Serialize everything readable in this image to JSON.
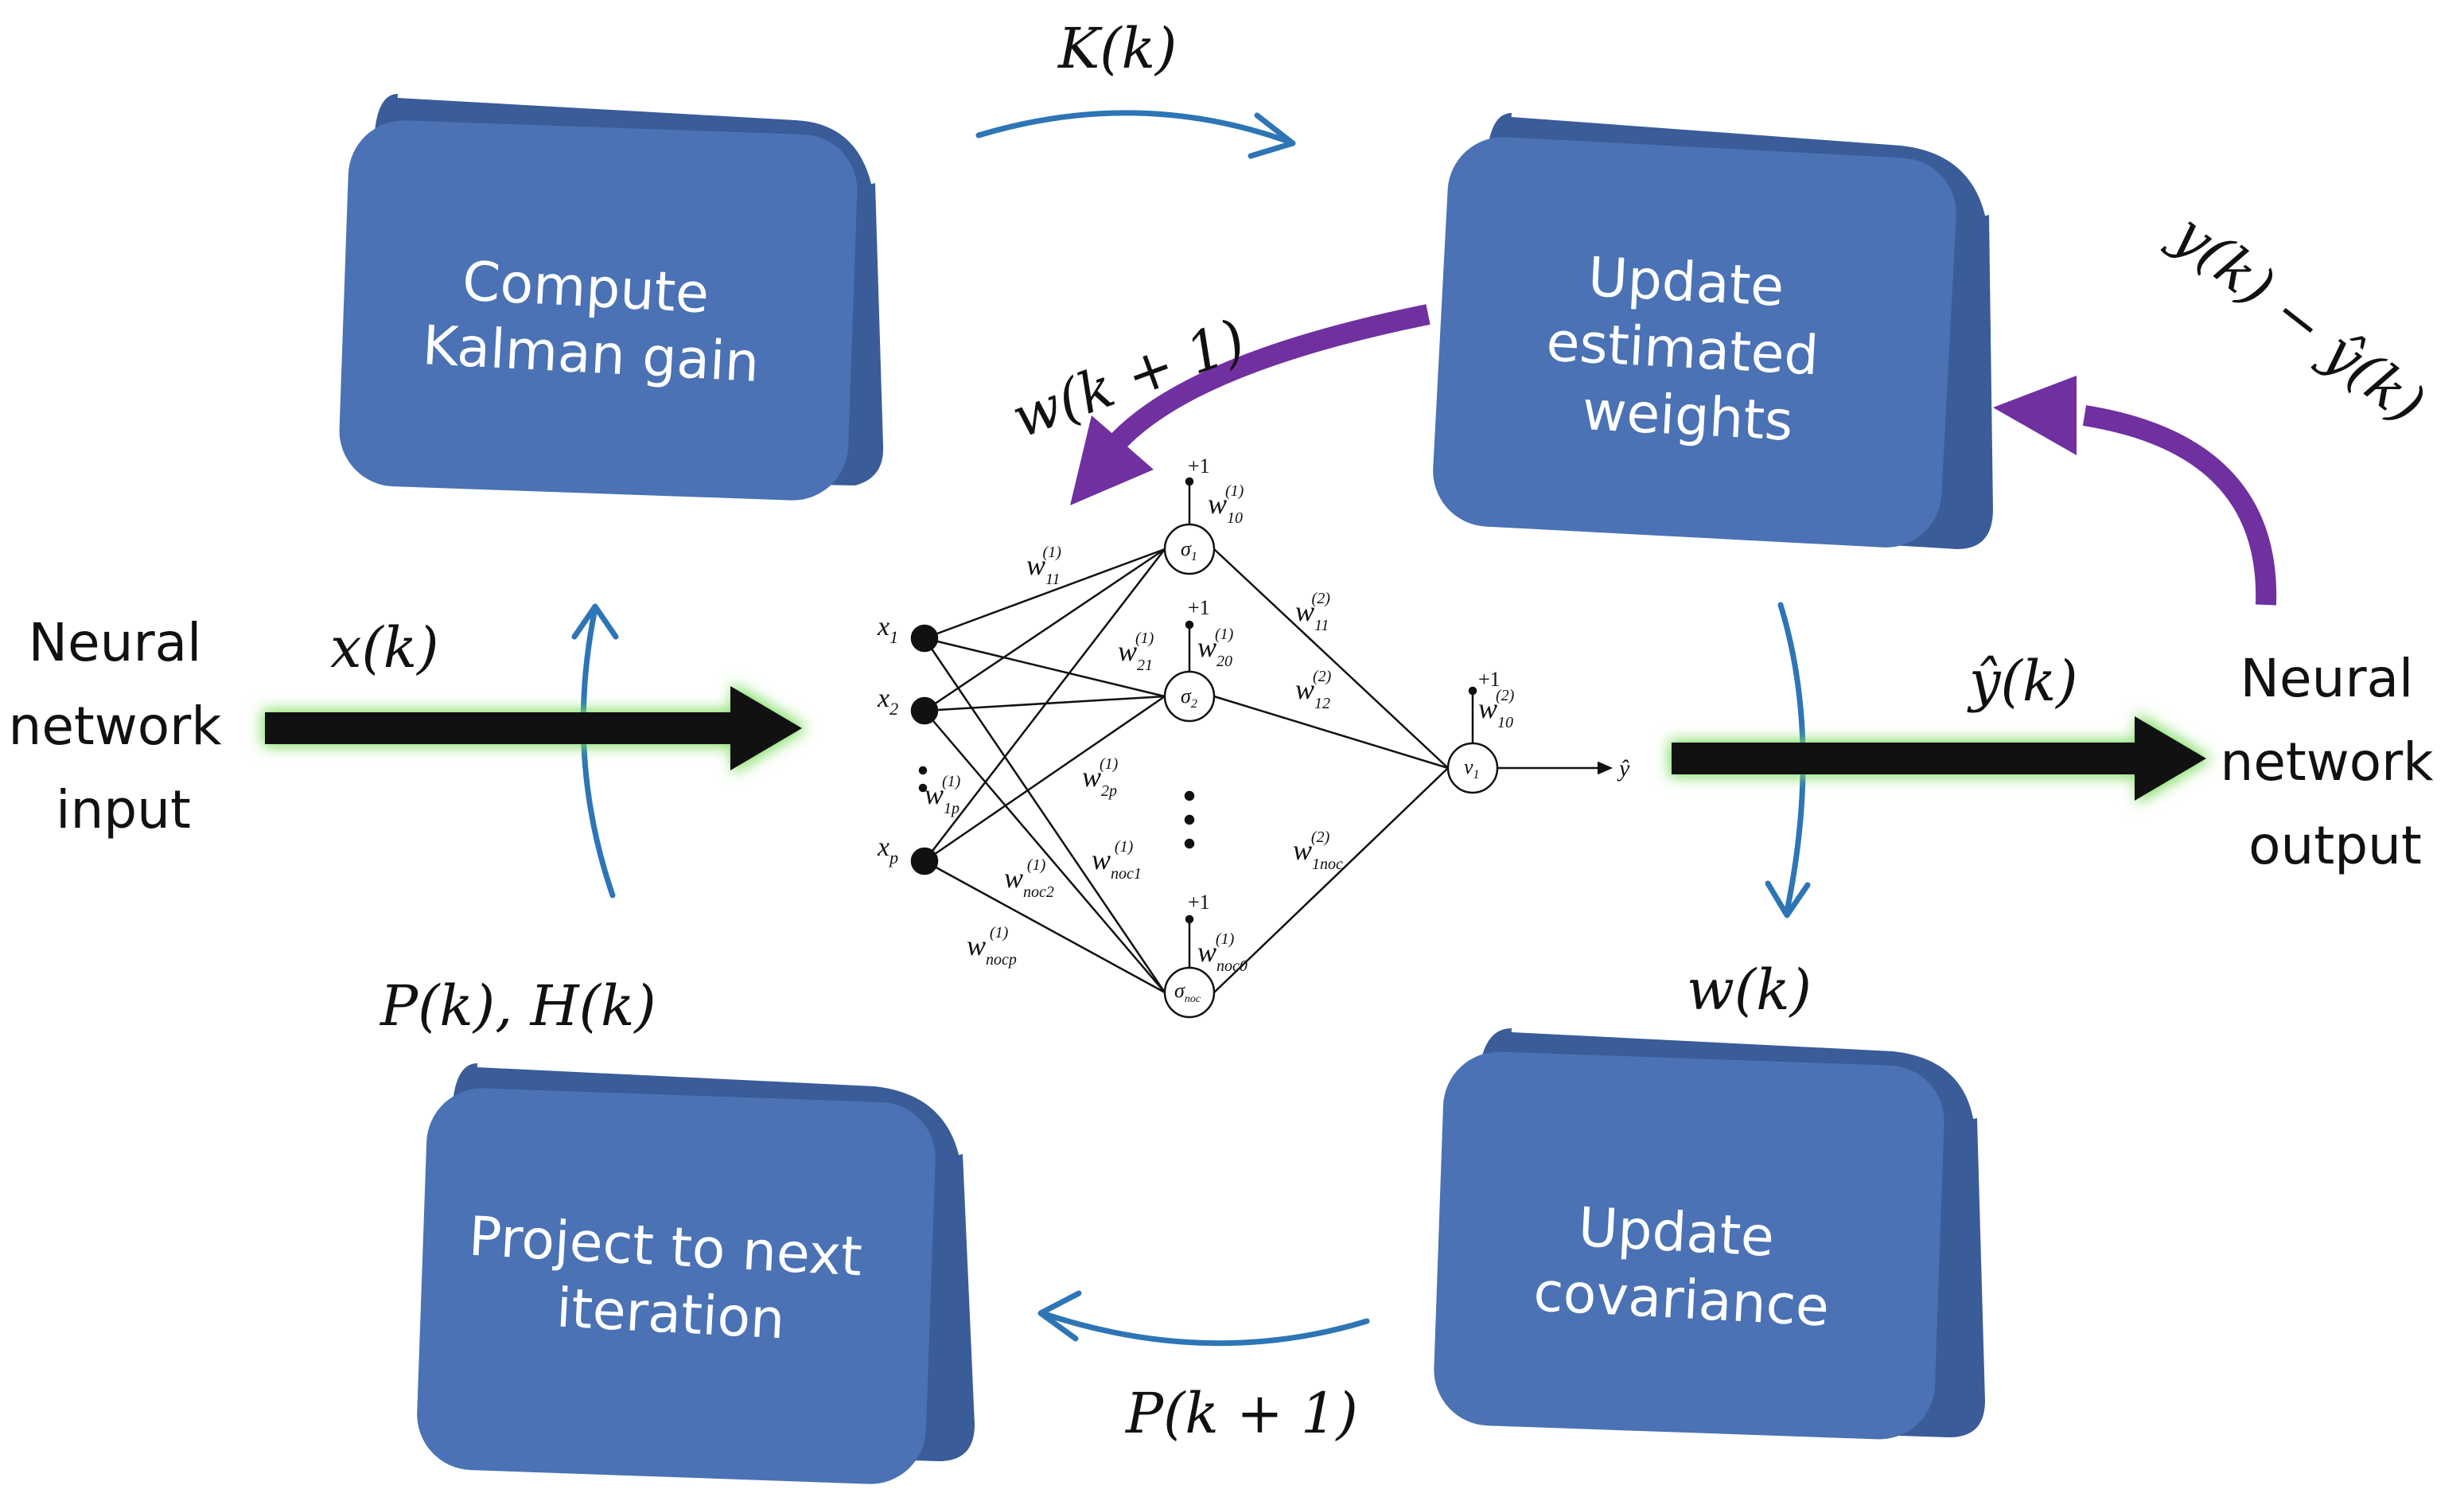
{
  "colors": {
    "box_front": "#4a72b4",
    "box_back": "#3a5c98",
    "blue_arrow": "#2e75b6",
    "purple_arrow": "#7030a0",
    "black_arrow": "#111111",
    "glow": "#7ddc5e"
  },
  "boxes": {
    "kalman_gain": [
      "Compute",
      "Kalman gain"
    ],
    "update_weights": [
      "Update",
      "estimated",
      "weights"
    ],
    "project": [
      "Project to next",
      "iteration"
    ],
    "update_cov": [
      "Update",
      "covariance"
    ]
  },
  "side_labels": {
    "input": [
      "Neural",
      "network",
      "input"
    ],
    "output": [
      "Neural",
      "network",
      "output"
    ]
  },
  "math_labels": {
    "K": "K(k)",
    "w_next": "w(k + 1)",
    "error": "y(k) − ŷ(k)",
    "x": "x(k)",
    "y_hat": "ŷ(k)",
    "w": "w(k)",
    "P_H": "P(k), H(k)",
    "P_next": "P(k + 1)"
  },
  "network": {
    "inputs": [
      "x",
      "x",
      "x"
    ],
    "input_subs": [
      "1",
      "2",
      "p"
    ],
    "hidden": [
      "σ",
      "σ",
      "σ"
    ],
    "hidden_subs": [
      "1",
      "2",
      "noc"
    ],
    "output": "v",
    "output_sub": "1",
    "output_label": "ŷ",
    "bias_label": "+1",
    "weights": [
      {
        "base": "w",
        "sub": "11",
        "sup": "(1)"
      },
      {
        "base": "w",
        "sub": "21",
        "sup": "(1)"
      },
      {
        "base": "w",
        "sub": "1p",
        "sup": "(1)"
      },
      {
        "base": "w",
        "sub": "2p",
        "sup": "(1)"
      },
      {
        "base": "w",
        "sub": "noc2",
        "sup": "(1)"
      },
      {
        "base": "w",
        "sub": "noc1",
        "sup": "(1)"
      },
      {
        "base": "w",
        "sub": "nocp",
        "sup": "(1)"
      },
      {
        "base": "w",
        "sub": "10",
        "sup": "(1)"
      },
      {
        "base": "w",
        "sub": "20",
        "sup": "(1)"
      },
      {
        "base": "w",
        "sub": "noc0",
        "sup": "(1)"
      },
      {
        "base": "w",
        "sub": "11",
        "sup": "(2)"
      },
      {
        "base": "w",
        "sub": "12",
        "sup": "(2)"
      },
      {
        "base": "w",
        "sub": "1noc",
        "sup": "(2)"
      },
      {
        "base": "w",
        "sub": "10",
        "sup": "(2)"
      }
    ]
  }
}
